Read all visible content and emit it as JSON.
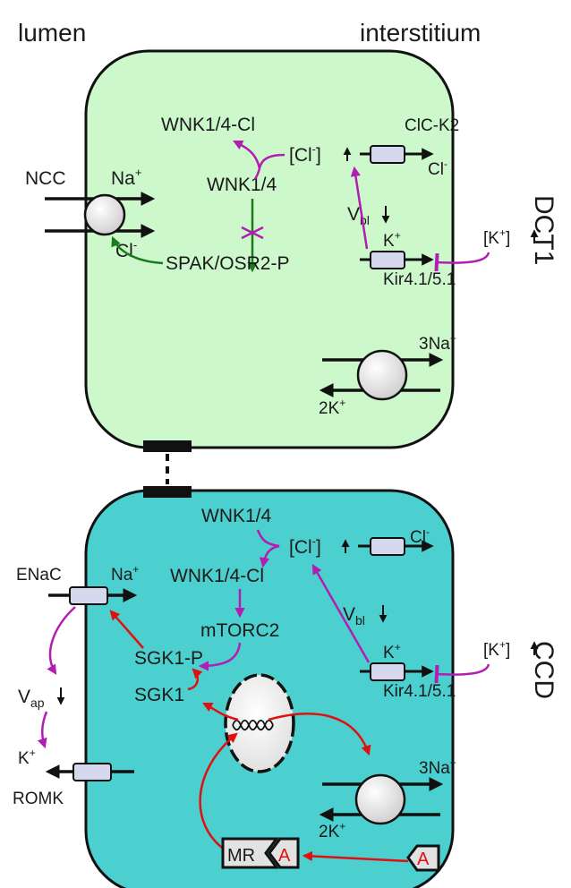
{
  "header": {
    "left": "lumen",
    "right": "interstitium"
  },
  "side_labels": {
    "dct1": "DCT1",
    "ccd": "CCD"
  },
  "dct1": {
    "ncc": "NCC",
    "na": "Na",
    "na_sup": "+",
    "cl": "Cl",
    "cl_sup": "-",
    "wnk_cl": "WNK1/4-Cl",
    "wnk": "WNK1/4",
    "cli_open": "[Cl",
    "cli_sup": "-",
    "cli_close": "]",
    "clck2": "ClC-K2",
    "cl_out": "Cl",
    "cl_out_sup": "-",
    "vbl": "V",
    "vbl_sub": "bl",
    "k": "K",
    "k_sup": "+",
    "ke_open": "[K",
    "ke_sup": "+",
    "ke_close": "]",
    "kir": "Kir4.1/5.1",
    "spak": "SPAK/OSR2-P",
    "na3": "3Na",
    "na3_sup": "+",
    "k2": "2K",
    "k2_sup": "+"
  },
  "ccd": {
    "wnk": "WNK1/4",
    "cli_open": "[Cl",
    "cli_sup": "-",
    "cli_close": "]",
    "cl_out": "Cl",
    "cl_out_sup": "-",
    "enac": "ENaC",
    "na": "Na",
    "na_sup": "+",
    "wnk_cl": "WNK1/4-Cl",
    "vbl": "V",
    "vbl_sub": "bl",
    "mtorc2": "mTORC2",
    "sgk1p": "SGK1-P",
    "sgk1": "SGK1",
    "k": "K",
    "k_sup": "+",
    "ke_open": "[K",
    "ke_sup": "+",
    "ke_close": "]",
    "kir": "Kir4.1/5.1",
    "vap": "V",
    "vap_sub": "ap",
    "k_lumen": "K",
    "k_lumen_sup": "+",
    "romk": "ROMK",
    "na3": "3Na",
    "na3_sup": "+",
    "k2": "2K",
    "k2_sup": "+",
    "mr": "MR",
    "a_bound": "A",
    "a_free": "A"
  },
  "colors": {
    "dct1_fill": "#ccf8cc",
    "ccd_fill": "#4ccfcf",
    "purple": "#b21db2",
    "green": "#1e7a1e",
    "red": "#e01010",
    "channel": "#d6d8ee"
  }
}
